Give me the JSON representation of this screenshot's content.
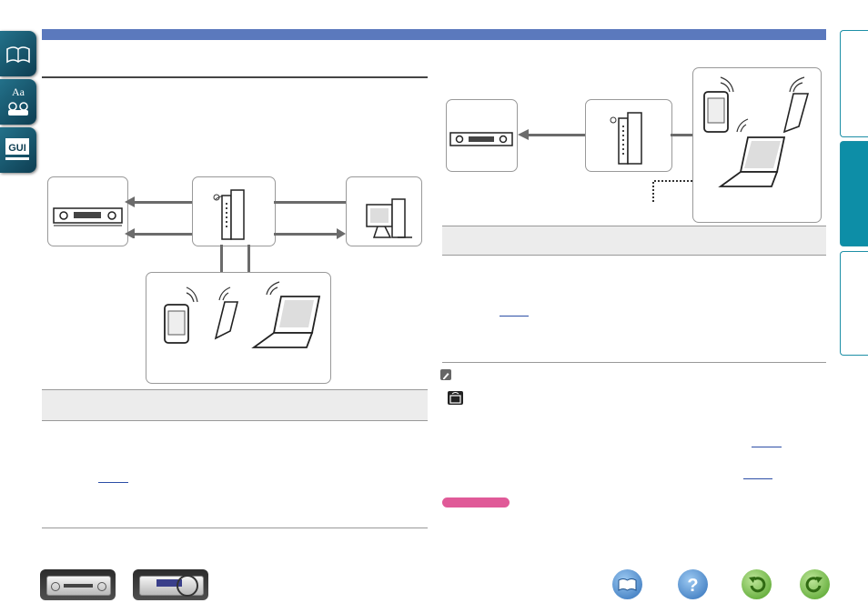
{
  "left_tabs": [
    {
      "name": "contents",
      "icon": "book-icon"
    },
    {
      "name": "index",
      "label": "Aa",
      "icon": "index-icon"
    },
    {
      "name": "gui",
      "label": "GUI",
      "icon": "gui-icon"
    }
  ],
  "right_tabs": [
    {
      "name": "section-tab-1",
      "active": false
    },
    {
      "name": "section-tab-2",
      "active": true
    },
    {
      "name": "section-tab-3",
      "active": false
    }
  ],
  "bottom_nav": [
    {
      "name": "front-panel-button",
      "icon": "front-panel-icon"
    },
    {
      "name": "remote-panel-button",
      "icon": "rear-panel-icon"
    },
    {
      "name": "manual-button",
      "icon": "book-icon"
    },
    {
      "name": "help-button",
      "label": "?",
      "icon": "question-icon"
    },
    {
      "name": "back-button",
      "icon": "undo-arrow-icon"
    },
    {
      "name": "forward-button",
      "icon": "redo-arrow-icon"
    }
  ],
  "colors": {
    "header_bar": "#5b79bd",
    "tab_teal": "#0d8ea7",
    "note_tag": "#e05a98",
    "link": "#2c4ea6",
    "nav_blue": "#4e8fd6",
    "nav_green": "#5cb82e"
  }
}
